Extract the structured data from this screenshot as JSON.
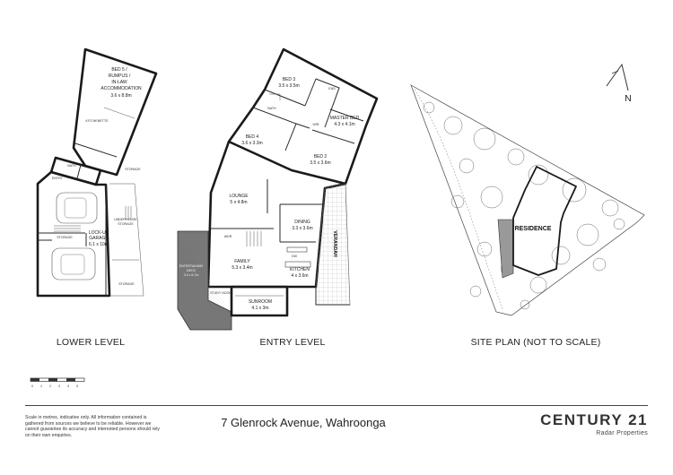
{
  "lower_level": {
    "title": "LOWER LEVEL",
    "rooms": {
      "bed5_l1": "BED 5 /",
      "bed5_l2": "RUMPUS /",
      "bed5_l3": "IN-LAW",
      "bed5_l4": "ACCOMMODATION",
      "bed5_dim": "3.6 x 8.8m",
      "kitchenette": "KITCHENETTE",
      "bath": "BATH",
      "entry": "ENTRY",
      "storage": "STORAGE",
      "under_l1": "UNDERHOUSE",
      "under_l2": "STORAGE",
      "garage_l1": "LOCK-UP",
      "garage_l2": "GARAGE",
      "garage_dim": "6.1 x 10m",
      "storage2": "STORAGE",
      "storage3": "STORAGE"
    }
  },
  "entry_level": {
    "title": "ENTRY LEVEL",
    "rooms": {
      "bed3": "BED 3",
      "bed3_dim": "3.5 x 3.5m",
      "bath": "BATH",
      "master": "MASTER BED",
      "master_dim": "4.3 x 4.1m",
      "ens": "ENS",
      "wir": "WIR",
      "bed4": "BED 4",
      "bed4_dim": "3.6 x 3.3m",
      "bed2": "BED 2",
      "bed2_dim": "3.5 x 3.6m",
      "lounge": "LOUNGE",
      "lounge_dim": "5 x 4.8m",
      "dining": "DINING",
      "dining_dim": "3.3 x 3.6m",
      "veranda": "VERANDAH",
      "family": "FAMILY",
      "family_dim": "5.3 x 3.4m",
      "kitchen": "KITCHEN",
      "kitchen_dim": "4 x 3.6m",
      "deck_l1": "ENTERTAINING",
      "deck_l2": "DECK",
      "deck_dim": "3.3 x 6.7m",
      "study": "STUDY NOOK",
      "sunroom": "SUNROOM",
      "sunroom_dim": "4.1 x 3m",
      "wdr": "WDR",
      "dw": "DW"
    }
  },
  "site_plan": {
    "title": "SITE PLAN (NOT TO SCALE)",
    "residence": "RESIDENCE",
    "north": "N"
  },
  "scale": {
    "ticks": [
      "0",
      "1",
      "2",
      "3",
      "4",
      "5"
    ]
  },
  "footer": {
    "disclaimer": "Scale in metres, indicative only. All information contained is gathered from sources we believe to be reliable. However we cannot guarantee its accuracy and interested persons should rely on their own enquiries.",
    "address": "7 Glenrock Avenue, Wahroonga",
    "brand": "CENTURY 21",
    "office": "Radar Properties"
  },
  "colors": {
    "deck_fill": "#777777",
    "wall": "#1a1a1a",
    "veranda_hatch": "#bbbbbb"
  }
}
